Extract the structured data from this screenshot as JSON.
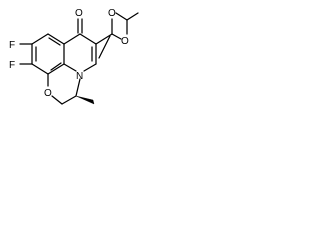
{
  "molecule": {
    "atoms": {
      "fluorine_top": "F",
      "fluorine_bottom": "F",
      "ketone_oxygen": "O",
      "ester_carbonyl_oxygen": "O",
      "ester_oxygen": "O",
      "ring_oxygen": "O",
      "ring_nitrogen": "N"
    }
  }
}
